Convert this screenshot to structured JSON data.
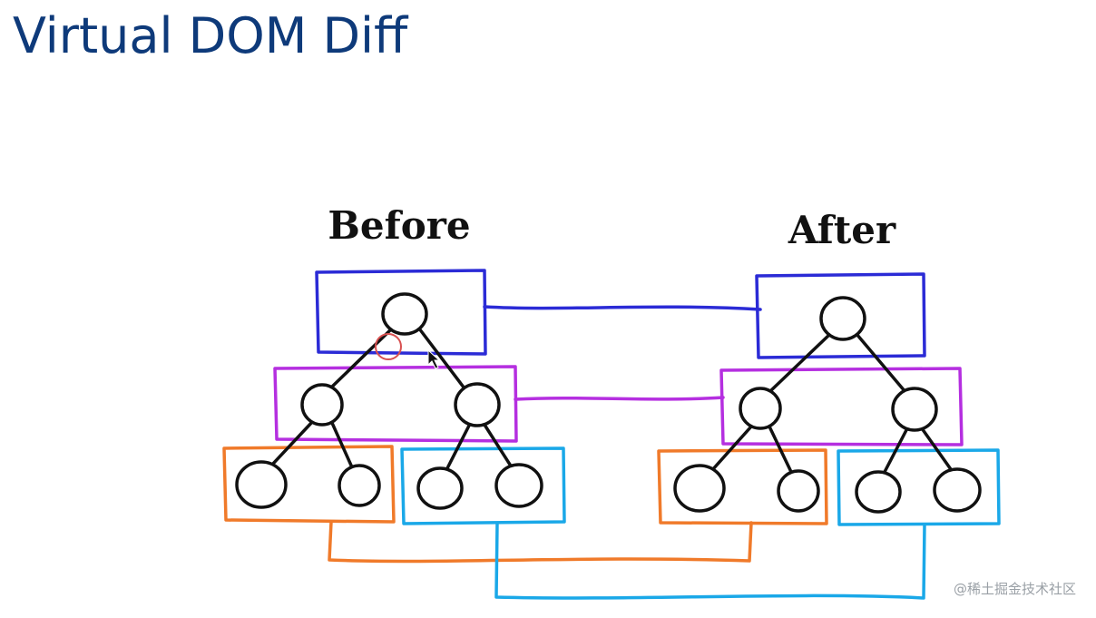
{
  "slide": {
    "title": "Virtual DOM Diff"
  },
  "diagram": {
    "before_label": "Before",
    "after_label": "After",
    "colors": {
      "level_root": "#2b2bd6",
      "level_children": "#b52fe0",
      "group_left": "#f07a2a",
      "group_right": "#1aa8e8",
      "tree": "#111111",
      "cursor_ring": "#d85050"
    }
  },
  "watermark": "@稀土掘金技术社区"
}
